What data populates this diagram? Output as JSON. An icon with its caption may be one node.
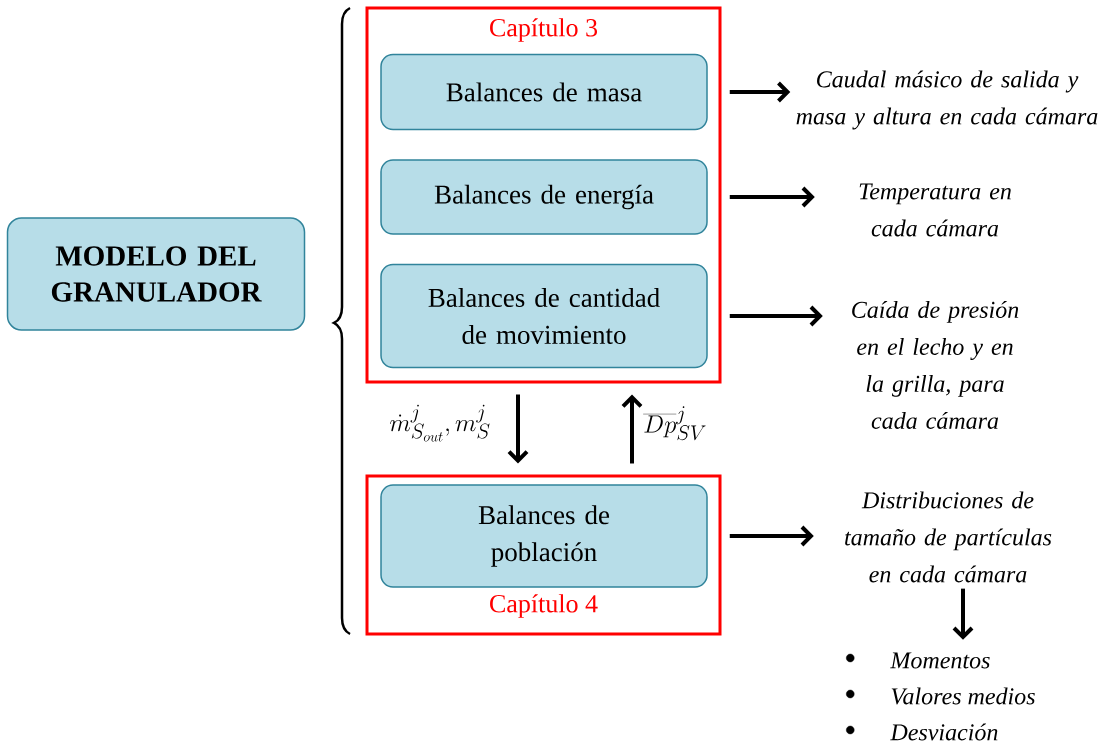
{
  "diagram": {
    "nodes": [
      {
        "text": [
          "MODELO DEL GRANULADOR"
        ]
      },
      {
        "text": [
          "Capítulo 3"
        ]
      },
      {
        "text": [
          "Balances de masa"
        ],
        "in": 1
      },
      {
        "text": [
          "Balances de energía"
        ],
        "in": 1
      },
      {
        "text": [
          "Balances de cantidad de movimiento"
        ],
        "in": 1
      },
      {
        "text": [
          "Capítulo 4"
        ]
      },
      {
        "text": [
          "Balances de población"
        ],
        "in": 5
      },
      {
        "text": [
          "Caudal másico de salida y masa y altura en cada cámara"
        ]
      },
      {
        "text": [
          "Temperatura en cada cámara"
        ]
      },
      {
        "text": [
          "Caída de presión en el lecho y en la grilla, para cada cámara"
        ]
      },
      {
        "text": [
          "Distribuciones de tamaño de partículas en cada cámara"
        ]
      },
      {
        "text": [
          "Momentos",
          "Valores medios",
          "Desviación"
        ]
      }
    ],
    "edges": [
      {
        "from": 2,
        "to": 7,
        "arrow": "to"
      },
      {
        "from": 3,
        "to": 8,
        "arrow": "to"
      },
      {
        "from": 4,
        "to": 9,
        "arrow": "to"
      },
      {
        "from": 6,
        "to": 10,
        "arrow": "to"
      },
      {
        "from": 10,
        "to": 11,
        "arrow": "to"
      },
      {
        "from": 1,
        "to": 5,
        "arrow": "to",
        "label": "\\dot{m}_{S_{out}}^{j}, m_{S}^{j}"
      },
      {
        "from": 5,
        "to": 1,
        "arrow": "to",
        "label": "\\overline{Dp}_{SV}^{j}"
      }
    ]
  }
}
